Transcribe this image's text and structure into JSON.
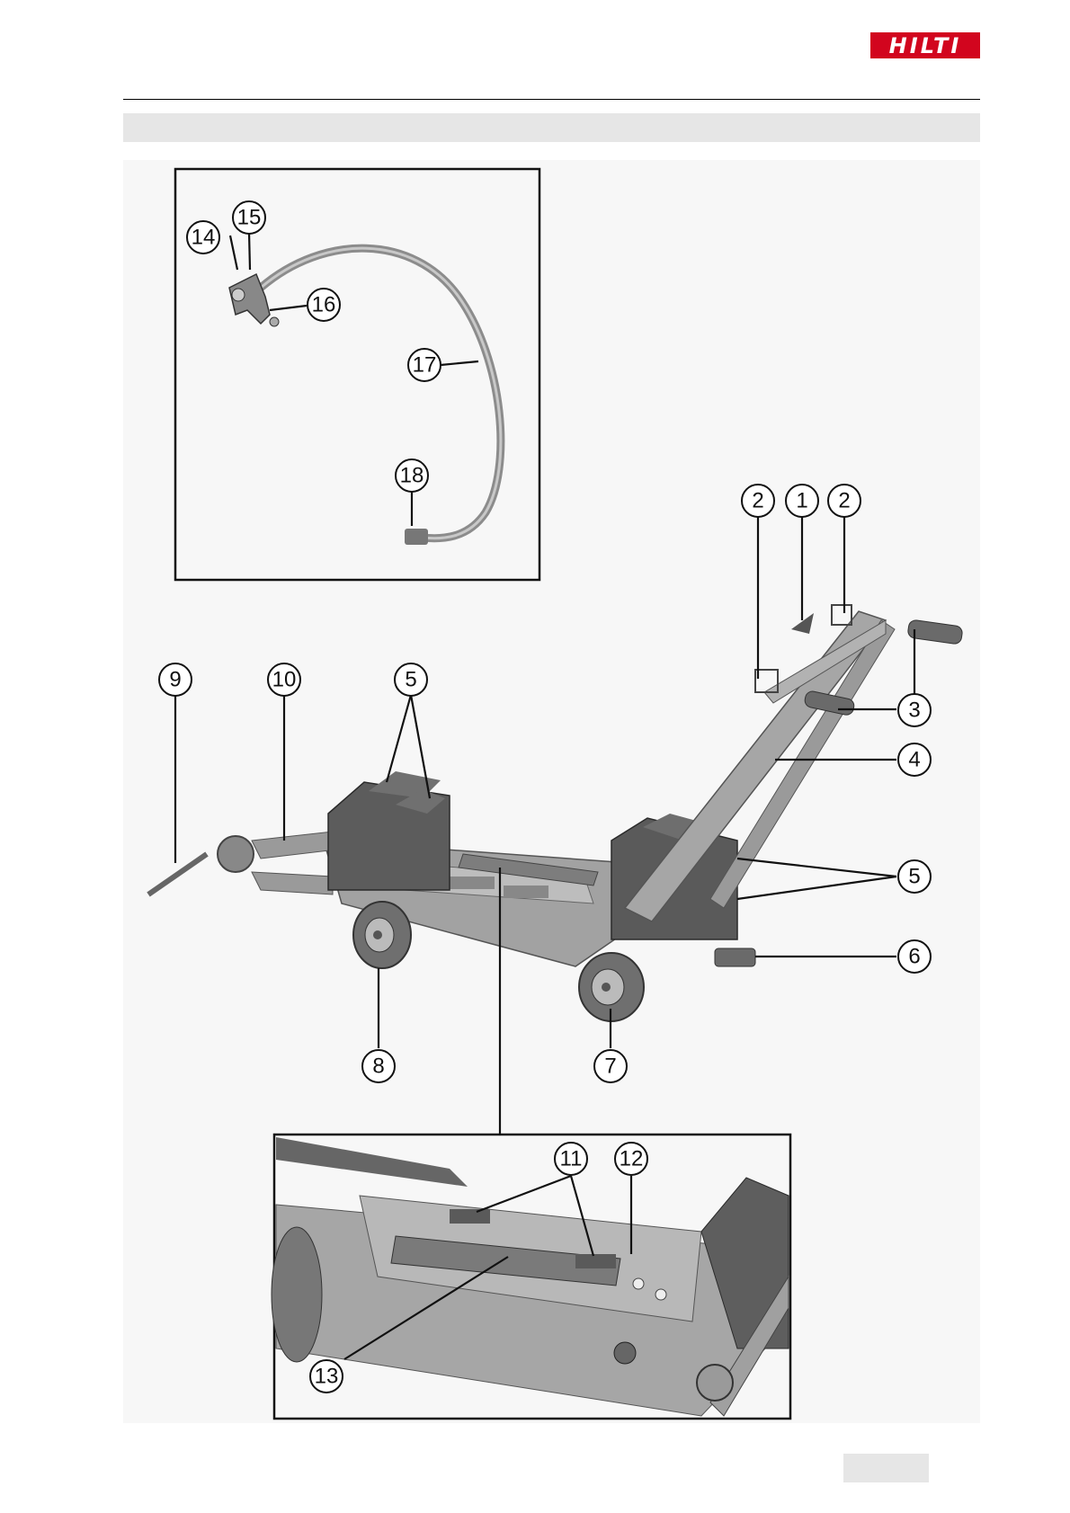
{
  "brand": {
    "logo_text": "HILTI",
    "color": "#d2051e"
  },
  "figure": {
    "callouts": {
      "c1": "1",
      "c2a": "2",
      "c2b": "2",
      "c3": "3",
      "c4": "4",
      "c5a": "5",
      "c5b": "5",
      "c6": "6",
      "c7": "7",
      "c8": "8",
      "c9": "9",
      "c10": "10",
      "c11": "11",
      "c12": "12",
      "c13": "13",
      "c14": "14",
      "c15": "15",
      "c16": "16",
      "c17": "17",
      "c18": "18"
    }
  },
  "colors": {
    "metal": "#9a9a9a",
    "metal_dark": "#6e6e6e",
    "block": "#5a5a5a",
    "panel_bg": "#f7f7f7"
  }
}
